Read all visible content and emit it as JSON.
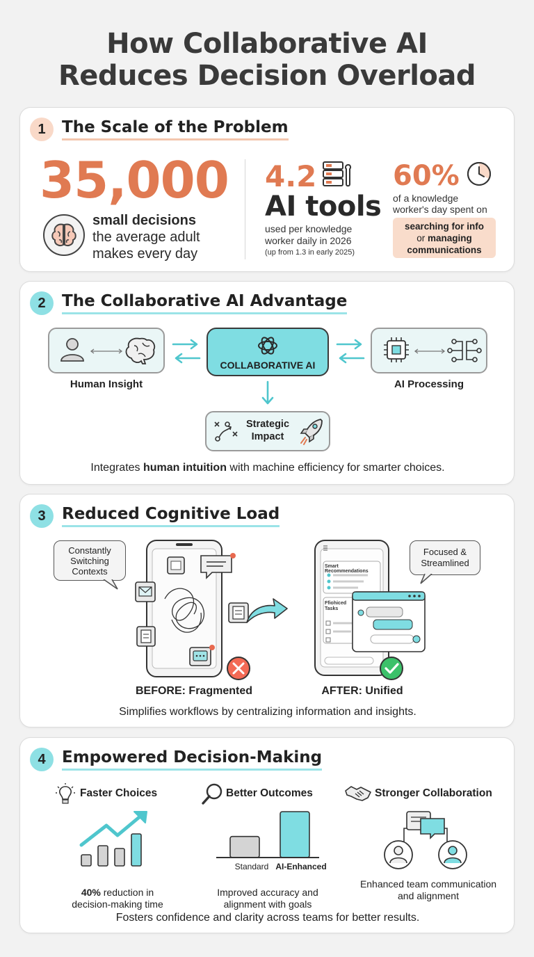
{
  "title": {
    "line1": "How Collaborative AI",
    "line2": "Reduces Decision Overload"
  },
  "colors": {
    "orange": "#e07a52",
    "teal": "#7fdde2",
    "dark": "#2a2a2a"
  },
  "s1": {
    "num": "1",
    "title": "The Scale of the Problem",
    "big_number": "35,000",
    "decisions_bold": "small decisions",
    "decisions_line2": "the average adult",
    "decisions_line3": "makes every day",
    "tools_number": "4.2",
    "tools_label": "AI tools",
    "tools_sub1": "used per knowledge",
    "tools_sub2": "worker daily in 2026",
    "tools_note": "(up from 1.3 in early 2025)",
    "pct": "60%",
    "pct_sub1": "of a knowledge",
    "pct_sub2": "worker's day spent on",
    "pct_box1": "searching for info",
    "pct_box2_pre": "or",
    "pct_box2": "managing",
    "pct_box3": "communications",
    "icons": [
      "brain-icon",
      "server-wrench-icon",
      "clock-icon"
    ]
  },
  "s2": {
    "num": "2",
    "title": "The Collaborative AI Advantage",
    "center_label": "COLLABORATIVE AI",
    "left_label": "Human Insight",
    "right_label": "AI Processing",
    "impact_line1": "Strategic",
    "impact_line2": "Impact",
    "caption_pre": "Integrates ",
    "caption_bold": "human intuition",
    "caption_post": " with machine efficiency for smarter choices."
  },
  "s3": {
    "num": "3",
    "title": "Reduced Cognitive Load",
    "bubble_left1": "Constantly",
    "bubble_left2": "Switching",
    "bubble_left3": "Contexts",
    "bubble_right1": "Focused &",
    "bubble_right2": "Streamlined",
    "before_label": "BEFORE: Fragmented",
    "after_label": "AFTER: Unified",
    "smart_rec": "Smart Recommendations",
    "prioritized1": "Ffiohiced",
    "prioritized2": "Tasks",
    "caption": "Simplifies workflows by centralizing information and insights."
  },
  "s4": {
    "num": "4",
    "title": "Empowered Decision-Making",
    "col1_title": "Faster Choices",
    "col1_bold": "40%",
    "col1_rest": " reduction in",
    "col1_line2": "decision-making time",
    "col1_bars": [
      0.32,
      0.58,
      0.5,
      0.92
    ],
    "col2_title": "Better Outcomes",
    "col2_std": "Standard",
    "col2_ai": "AI-Enhanced",
    "col2_bars": [
      0.46,
      1.0
    ],
    "col2_line1": "Improved accuracy and",
    "col2_line2": "alignment with goals",
    "col3_title": "Stronger Collaboration",
    "col3_line1": "Enhanced team communication",
    "col3_line2": "and alignment",
    "caption": "Fosters confidence and clarity across teams for better results."
  }
}
